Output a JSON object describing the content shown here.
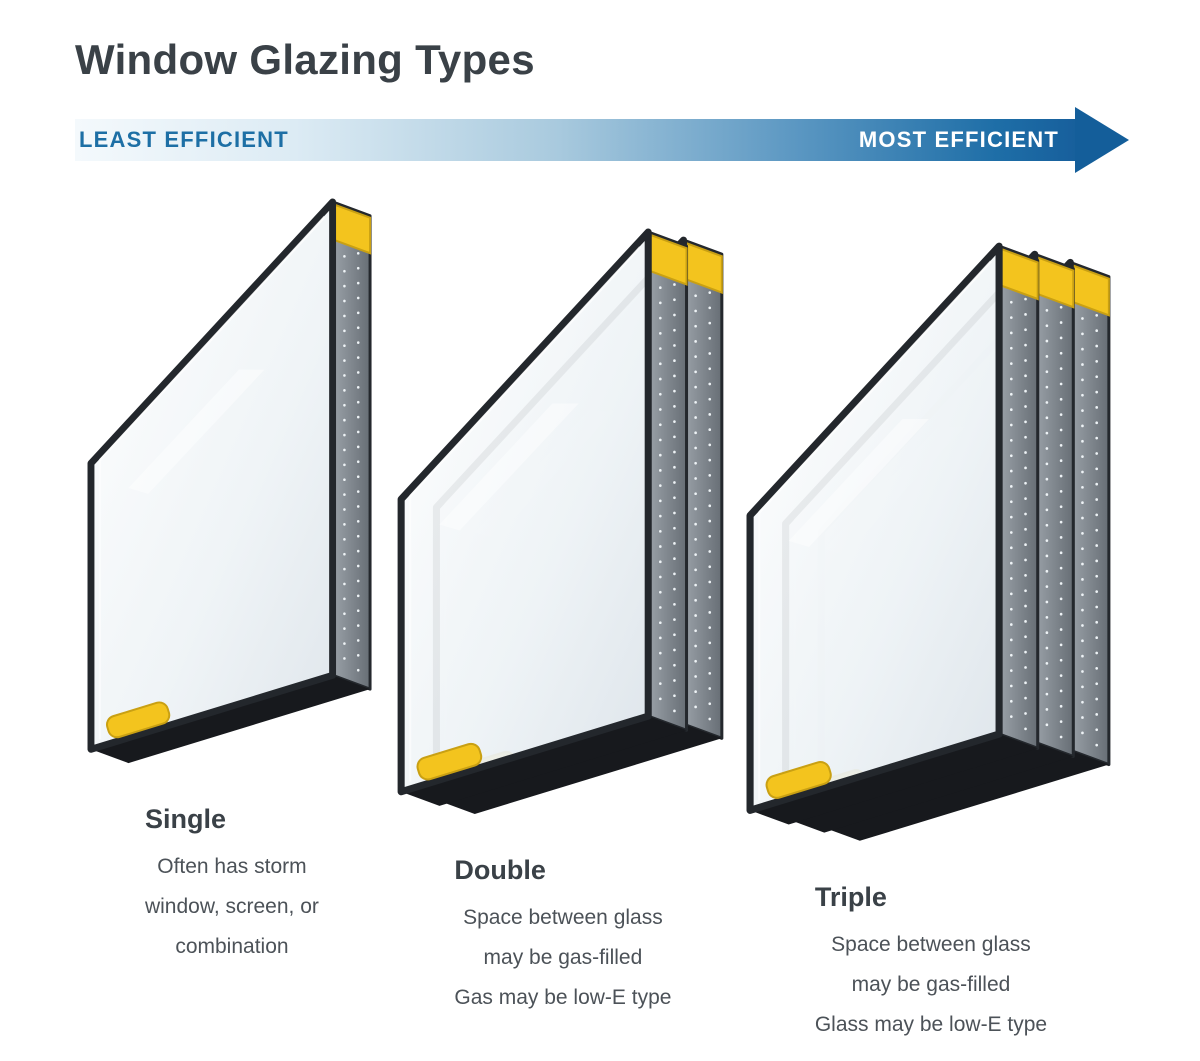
{
  "page": {
    "title": "Window Glazing Types"
  },
  "scale": {
    "least_label": "LEAST EFFICIENT",
    "most_label": "MOST EFFICIENT"
  },
  "colors": {
    "title_gray": "#3a4147",
    "arrow_blue_dark": "#145e9a",
    "arrow_blue_light": "#f4f9fc",
    "least_label_blue": "#1d6fa5",
    "most_label_white": "#ffffff",
    "sealant_yellow": "#f3c41e",
    "spacer_gray": "#7d848b",
    "frame_dark": "#23272c"
  },
  "types": [
    {
      "name": "Single",
      "panes": 1,
      "desc_lines": [
        "Often has storm",
        "window, screen, or",
        "combination"
      ]
    },
    {
      "name": "Double",
      "panes": 2,
      "desc_lines": [
        "Space between glass",
        "may be gas-filled",
        "Gas may be low-E type"
      ]
    },
    {
      "name": "Triple",
      "panes": 3,
      "desc_lines": [
        "Space between glass",
        "may be gas-filled",
        "Glass may be low-E type"
      ]
    }
  ]
}
